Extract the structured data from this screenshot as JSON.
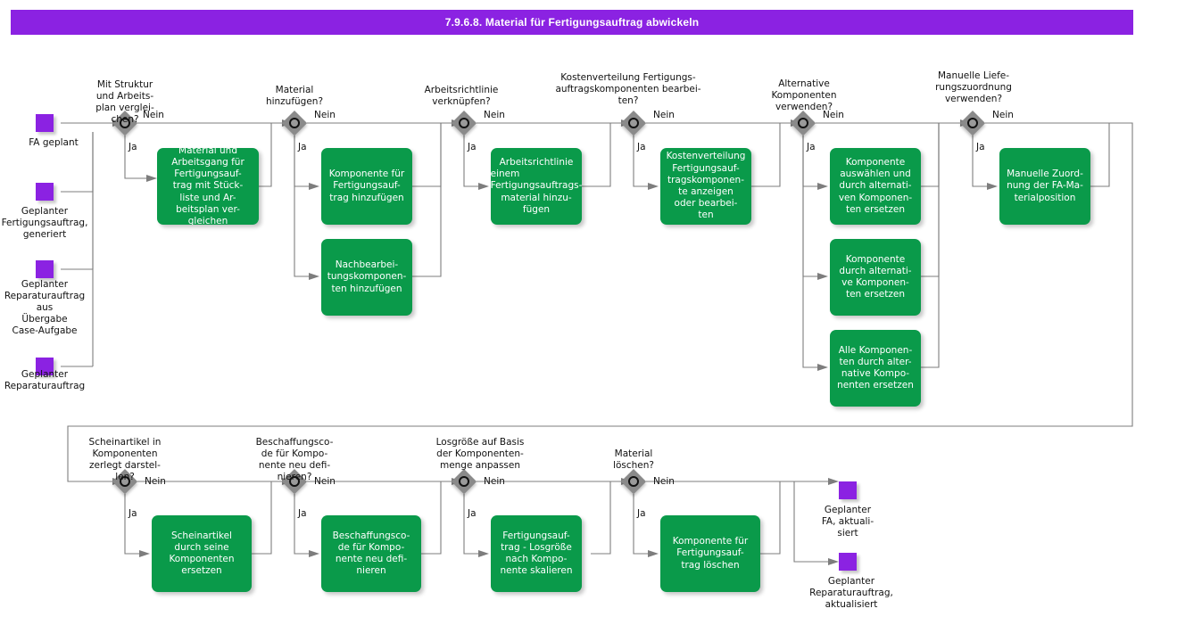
{
  "title": "7.9.6.8. Material für Fertigungsauftrag abwickeln",
  "colors": {
    "title_bar": "#8B22E2",
    "event": "#8B22E2",
    "task": "#0A9A4A",
    "gateway": "#8a8a8a",
    "connector": "#7d7d7d",
    "task_text": "#ffffff",
    "label_text": "#111111"
  },
  "edge_labels": {
    "yes": "Ja",
    "no": "Nein"
  },
  "start_events": [
    {
      "label": "FA geplant"
    },
    {
      "label": "Geplanter\nFertigungsauftrag,\ngeneriert"
    },
    {
      "label": "Geplanter\nReparaturauftrag\naus\nÜbergabe\nCase-Aufgabe"
    },
    {
      "label": "Geplanter\nReparaturauftrag"
    }
  ],
  "end_events": [
    {
      "label": "Geplanter\nFA, aktuali-\nsiert"
    },
    {
      "label": "Geplanter\nReparaturauftrag,\naktualisiert"
    }
  ],
  "gateways": [
    {
      "id": "gw1",
      "label": "Mit Struktur\nund Arbeits-\nplan verglei-\nchen?"
    },
    {
      "id": "gw2",
      "label": "Material\nhinzufügen?"
    },
    {
      "id": "gw3",
      "label": "Arbeitsrichtlinie\nverknüpfen?"
    },
    {
      "id": "gw4",
      "label": "Kostenverteilung Fertigungs-\nauftragskomponenten bearbei-\nten?"
    },
    {
      "id": "gw5",
      "label": "Alternative\nKomponenten\nverwenden?"
    },
    {
      "id": "gw6",
      "label": "Manuelle Liefe-\nrungszuordnung\nverwenden?"
    },
    {
      "id": "gw7",
      "label": "Scheinartikel in\nKomponenten\nzerlegt darstel-\nlen?"
    },
    {
      "id": "gw8",
      "label": "Beschaffungsco-\nde für Kompo-\nnente neu defi-\nnieren?"
    },
    {
      "id": "gw9",
      "label": "Losgröße auf Basis\nder Komponenten-\nmenge anpassen"
    },
    {
      "id": "gw10",
      "label": "Material\nlöschen?"
    }
  ],
  "tasks": [
    {
      "id": "t1",
      "label": "Material und\nArbeitsgang für\nFertigungsauf-\ntrag mit Stück-\nliste und Ar-\nbeitsplan ver-\ngleichen"
    },
    {
      "id": "t2",
      "label": "Komponente für\nFertigungsauf-\ntrag hinzufügen"
    },
    {
      "id": "t3",
      "label": "Nachbearbei-\ntungskomponen-\nten hinzufügen"
    },
    {
      "id": "t4",
      "label": "Arbeitsrichtlinie\neinem Fertigungsauftrags-\nmaterial hinzu-\nfügen"
    },
    {
      "id": "t5",
      "label": "Kostenverteilung\nFertigungsauf-\ntragskomponen-\nte anzeigen\noder bearbei-\nten"
    },
    {
      "id": "t6",
      "label": "Komponente\nauswählen und\ndurch alternati-\nven Komponen-\nten ersetzen"
    },
    {
      "id": "t7",
      "label": "Komponente\ndurch alternati-\nve Komponen-\nten ersetzen"
    },
    {
      "id": "t8",
      "label": "Alle Komponen-\nten durch alter-\nnative Kompo-\nnenten ersetzen"
    },
    {
      "id": "t9",
      "label": "Manuelle Zuord-\nnung der FA-Ma-\nterialposition"
    },
    {
      "id": "t10",
      "label": "Scheinartikel\ndurch seine\nKomponenten\nersetzen"
    },
    {
      "id": "t11",
      "label": "Beschaffungsco-\nde für Kompo-\nnente neu defi-\nnieren"
    },
    {
      "id": "t12",
      "label": "Fertigungsauf-\ntrag - Losgröße\nnach Kompo-\nnente skalieren"
    },
    {
      "id": "t13",
      "label": "Komponente für\nFertigungsauf-\ntrag löschen"
    }
  ]
}
